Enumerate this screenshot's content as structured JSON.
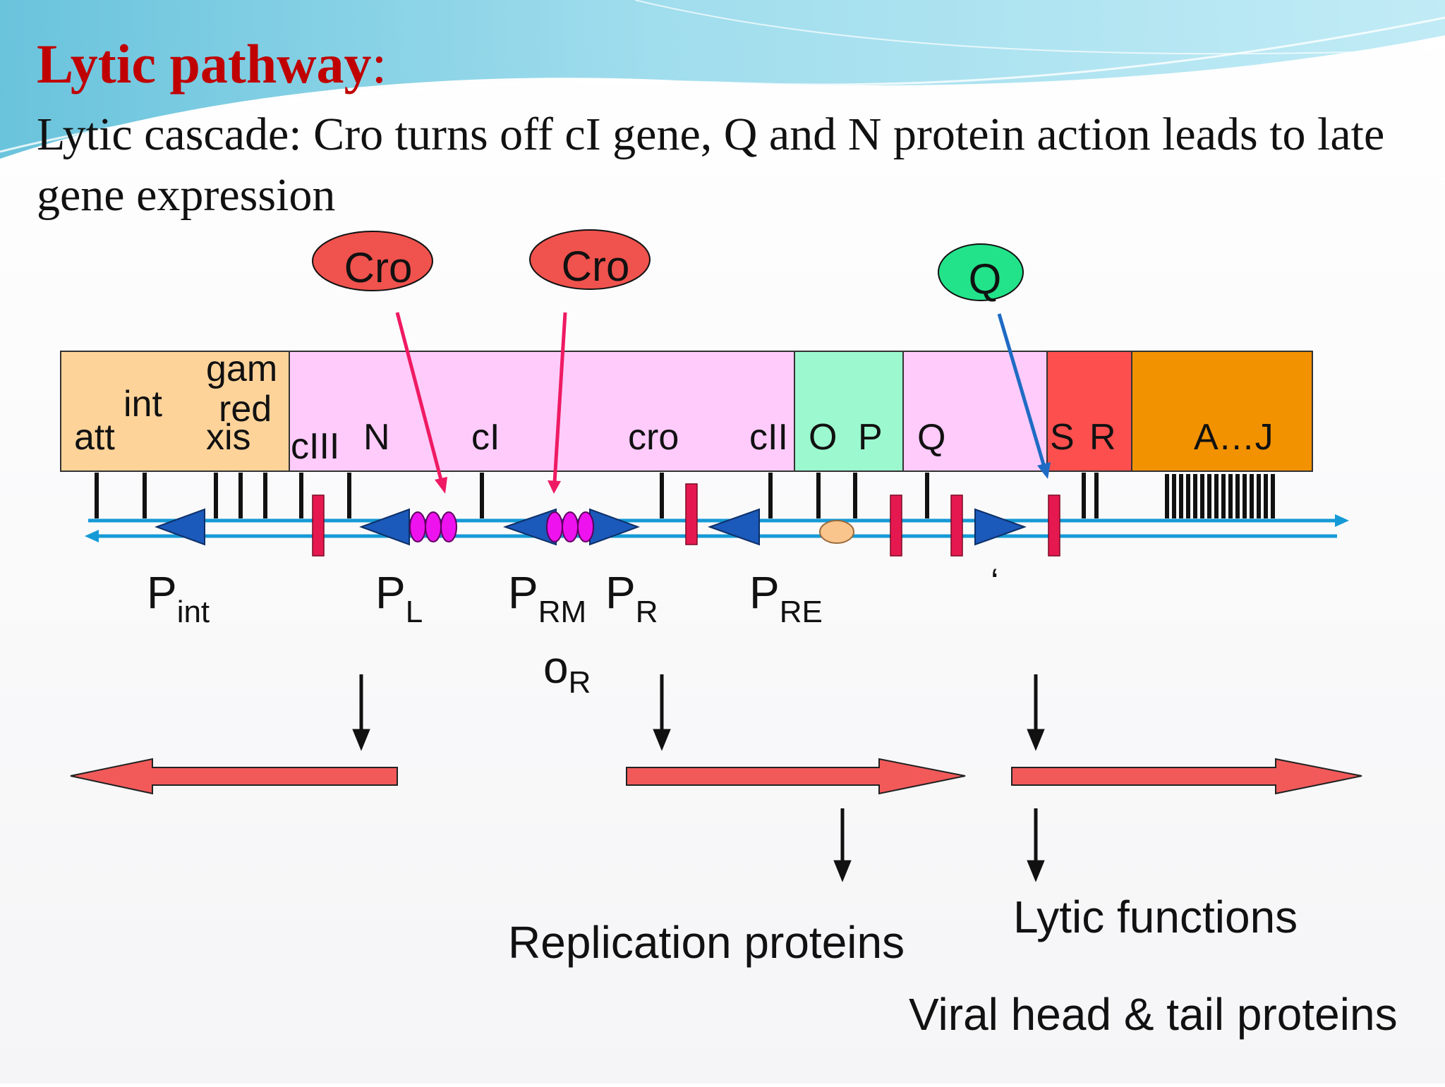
{
  "title": {
    "text": "Lytic pathway",
    "colon": ":"
  },
  "subtitle": "Lytic cascade: Cro turns off cI gene, Q and N protein action leads to late gene expression",
  "proteins": {
    "cro_left": "Cro",
    "cro_right": "Cro",
    "q": "Q"
  },
  "genes": {
    "att": "att",
    "int": "int",
    "xis": "xis",
    "gam": "gam",
    "red": "red",
    "cIII": "cIII",
    "N": "N",
    "cI": "cI",
    "cro": "cro",
    "cII": "cII",
    "O": "O",
    "P": "P",
    "Q": "Q",
    "S": "S",
    "R": "R",
    "AJ": "A…J"
  },
  "promoters": {
    "pint": {
      "main": "P",
      "sub": "int"
    },
    "pl": {
      "main": "P",
      "sub": "L"
    },
    "prm": {
      "main": "P",
      "sub": "RM"
    },
    "pr": {
      "main": "P",
      "sub": "R"
    },
    "pre": {
      "main": "P",
      "sub": "RE"
    },
    "or": {
      "main": "o",
      "sub": "R"
    },
    "quote": "‘"
  },
  "outputs": {
    "replication": "Replication proteins",
    "lytic": "Lytic functions",
    "viral": "Viral head & tail proteins"
  },
  "colors": {
    "title": "#c00000",
    "cro": "#f0524d",
    "q": "#22e38a",
    "region_left": "#fdd39a",
    "region_pink": "#fecbfb",
    "region_op": "#9cf8cf",
    "region_sr": "#fe4f4f",
    "region_aj": "#f39200",
    "dna": "#159ad6",
    "promoter": "#1b59ba",
    "operator": "#e5194f",
    "repressor": "#ee12ee",
    "red_arrow": "#f25a5a",
    "q_arrow": "#1f6bc4",
    "cro_arrow": "#ef1a63"
  }
}
